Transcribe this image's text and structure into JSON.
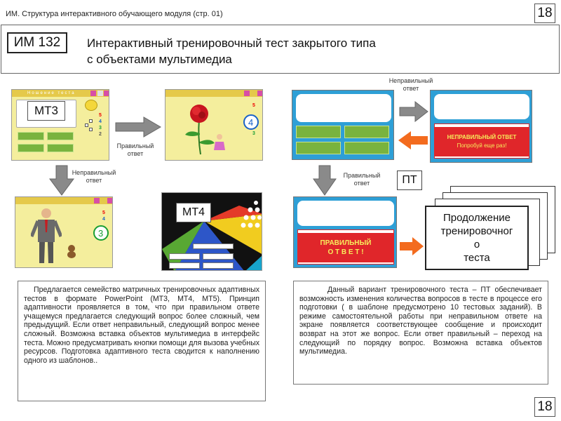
{
  "header": {
    "breadcrumb": "ИМ. Структура интерактивного обучающего модуля (стр. 01)",
    "page_number": "18",
    "code": "ИМ 132",
    "title_line1": "Интерактивный тренировочный тест закрытого типа",
    "title_line2": "с объектами мультимедиа"
  },
  "left_diagram": {
    "mt3_label": "МТ3",
    "mt4_label": "МТ4",
    "correct_caption_l1": "Правильный",
    "correct_caption_l2": "ответ",
    "wrong_caption_l1": "Неправильный",
    "wrong_caption_l2": "ответ",
    "slide_head_text": "Ношение теста"
  },
  "right_diagram": {
    "wrong_caption_l1": "Неправильный",
    "wrong_caption_l2": "ответ",
    "correct_caption_l1": "Правильный",
    "correct_caption_l2": "ответ",
    "pt_label": "ПТ",
    "wrong_answer_l1": "НЕПРАВИЛЬНЫЙ  ОТВЕТ",
    "wrong_answer_l2": "Попробуй еще раз!",
    "right_answer_l1": "ПРАВИЛЬНЫЙ",
    "right_answer_l2": "О Т В Е Т !",
    "continue_l1": "Продолжение",
    "continue_l2": "тренировочног",
    "continue_l3": "о",
    "continue_l4": "теста"
  },
  "left_text": "Предлагается семейство матричных тренировочных адаптивных тестов в формате PowerPoint (МТ3, МТ4, МТ5). Принцип адаптивности проявляется в том, что при правильном ответе учащемуся предлагается следующий вопрос более сложный, чем предыдущий. Если ответ неправильный, следующий вопрос менее сложный. Возможна вставка объектов мультимедиа в интерфейс теста. Можно предусматривать кнопки помощи для вызова учебных ресурсов. Подготовка адаптивного теста сводится к наполнению одного из шаблонов..",
  "right_text": "Данный вариант тренировочного теста – ПТ обеспечивает возможность изменения количества вопросов в тесте в процессе его подготовки ( в шаблоне предусмотрено 10 тестовых заданий). В режиме самостоятельной работы при неправильном ответе на экране появляется соответствующее сообщение и происходит возврат на этот же вопрос. Если ответ правильный – переход на следующий по порядку вопрос. Возможна вставка объектов мультимедиа.",
  "footer": {
    "page_number": "18"
  },
  "colors": {
    "slide_yellow": "#f4ee9d",
    "slide_blue": "#2e9fd6",
    "answer_red": "#e0262a",
    "button_green": "#79b33e",
    "arrow_orange": "#f36b1e",
    "arrow_gray": "#8a8a8a"
  }
}
